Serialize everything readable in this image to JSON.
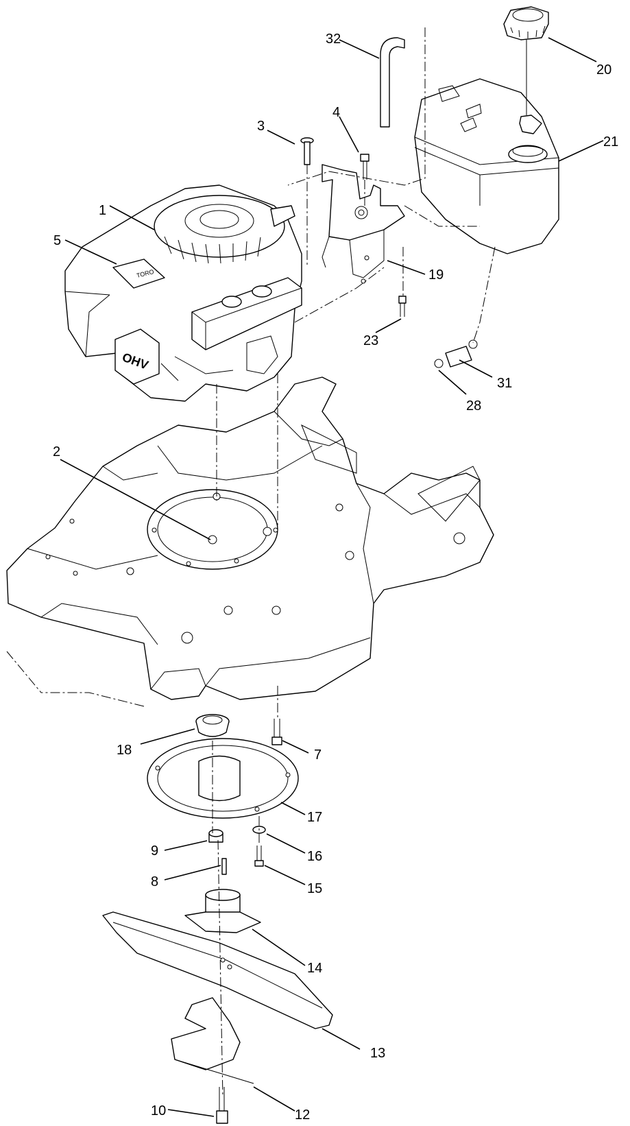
{
  "diagram": {
    "callouts": [
      {
        "id": "c1",
        "text": "1"
      },
      {
        "id": "c2",
        "text": "2"
      },
      {
        "id": "c3",
        "text": "3"
      },
      {
        "id": "c4",
        "text": "4"
      },
      {
        "id": "c5",
        "text": "5"
      },
      {
        "id": "c7",
        "text": "7"
      },
      {
        "id": "c8",
        "text": "8"
      },
      {
        "id": "c9",
        "text": "9"
      },
      {
        "id": "c10",
        "text": "10"
      },
      {
        "id": "c12",
        "text": "12"
      },
      {
        "id": "c13",
        "text": "13"
      },
      {
        "id": "c14",
        "text": "14"
      },
      {
        "id": "c15",
        "text": "15"
      },
      {
        "id": "c16",
        "text": "16"
      },
      {
        "id": "c17",
        "text": "17"
      },
      {
        "id": "c18",
        "text": "18"
      },
      {
        "id": "c19",
        "text": "19"
      },
      {
        "id": "c20",
        "text": "20"
      },
      {
        "id": "c21",
        "text": "21"
      },
      {
        "id": "c23",
        "text": "23"
      },
      {
        "id": "c28",
        "text": "28"
      },
      {
        "id": "c31",
        "text": "31"
      },
      {
        "id": "c32",
        "text": "32"
      }
    ],
    "engine_badge": "OHV",
    "engine_logo": "TORO"
  }
}
